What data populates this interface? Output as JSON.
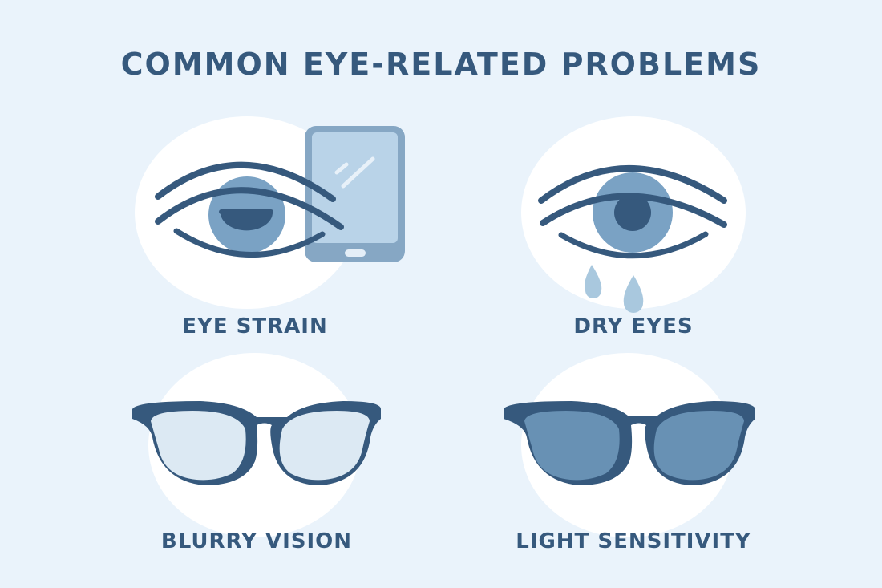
{
  "title": "COMMON EYE-RELATED PROBLEMS",
  "colors": {
    "background": "#eaf3fb",
    "dark_blue": "#36597d",
    "mid_blue": "#7aa2c4",
    "light_blue": "#b9d3e8",
    "white": "#ffffff"
  },
  "panels": [
    {
      "label": "EYE STRAIN",
      "icon": "tired-eye-with-phone-icon"
    },
    {
      "label": "DRY EYES",
      "icon": "eye-with-tears-icon"
    },
    {
      "label": "BLURRY VISION",
      "icon": "clear-glasses-icon"
    },
    {
      "label": "LIGHT SENSITIVITY",
      "icon": "sunglasses-icon"
    }
  ]
}
